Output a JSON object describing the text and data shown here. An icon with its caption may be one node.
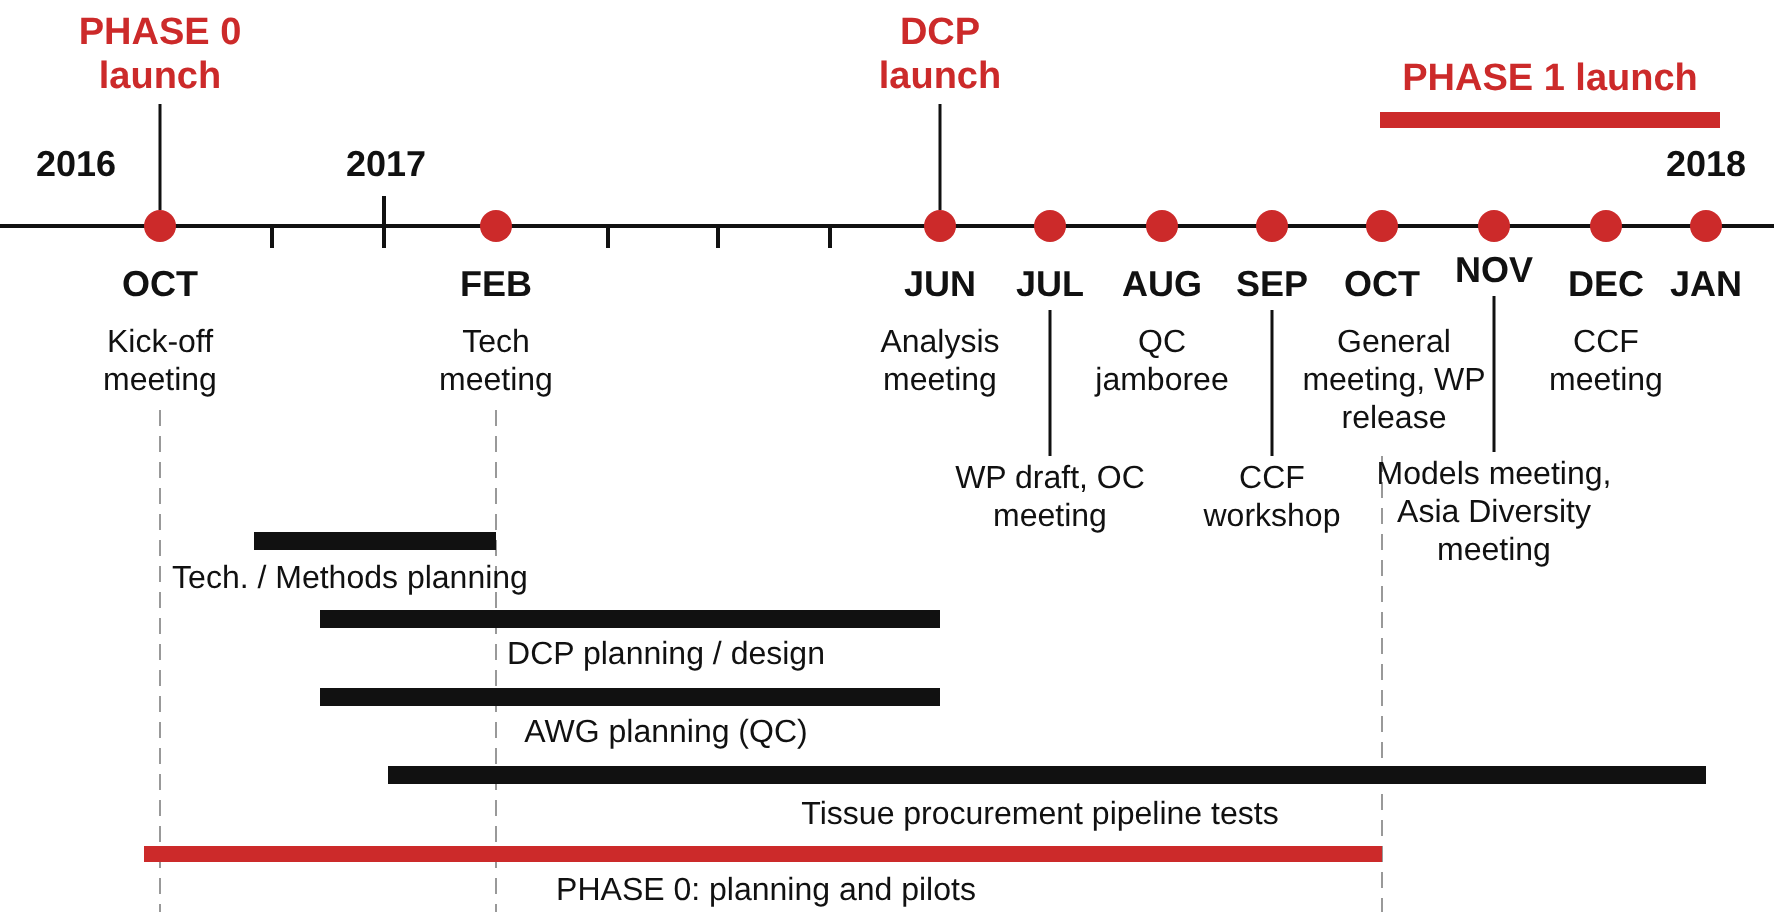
{
  "diagram": {
    "nodes": [
      {
        "text": [
          "PHASE 0 launch"
        ]
      },
      {
        "text": [
          "DCP launch"
        ]
      },
      {
        "text": [
          "WP draft, OC meeting"
        ]
      },
      {
        "text": [
          "CCF workshop"
        ]
      },
      {
        "text": [
          "Models meeting, Asia Diversity meeting"
        ]
      },
      {
        "text": [
          "JUL"
        ]
      },
      {
        "text": [
          "SEP"
        ]
      },
      {
        "text": [
          "NOV"
        ]
      }
    ],
    "edges": [
      {
        "from": 0,
        "to": null,
        "arrow": "none"
      },
      {
        "from": 1,
        "to": null,
        "arrow": "none"
      },
      {
        "from": 2,
        "to": 5,
        "arrow": "none"
      },
      {
        "from": 3,
        "to": 6,
        "arrow": "none"
      },
      {
        "from": 4,
        "to": 7,
        "arrow": "none"
      }
    ],
    "labels": [
      "PHASE 1 launch",
      "2016",
      "2017",
      "2018",
      "OCT",
      "FEB",
      "JUN",
      "AUG",
      "OCT",
      "DEC",
      "JAN",
      "Kick-off meeting",
      "Tech meeting",
      "Analysis meeting",
      "QC jamboree",
      "General meeting, WP release",
      "CCF meeting",
      "Tech. / Methods planning",
      "DCP planning / design",
      "AWG planning (QC)",
      "Tissue procurement pipeline tests",
      "PHASE 0: planning and pilots"
    ]
  }
}
